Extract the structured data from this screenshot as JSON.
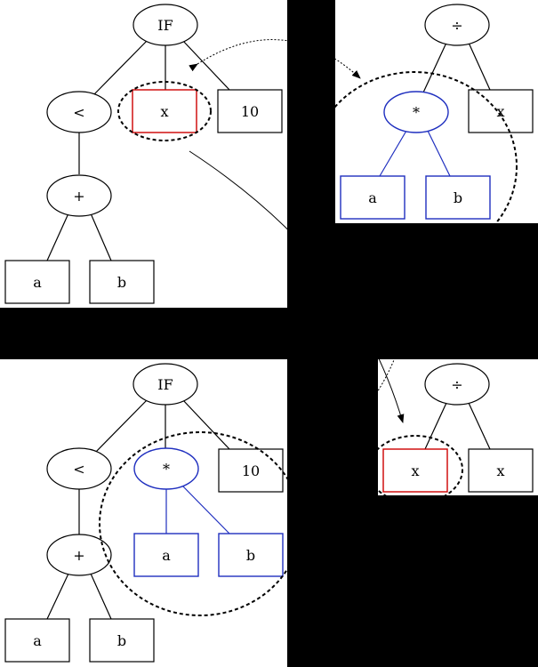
{
  "colors": {
    "background": "#000000",
    "panel": "#ffffff",
    "stroke": "#000000",
    "highlight_red": "#cc0000",
    "subtree_blue": "#1f2fbf"
  },
  "panels": {
    "parent1": {
      "root": "IF",
      "less": "<",
      "swap_node": "x",
      "const": "10",
      "plus": "+",
      "leaf_a": "a",
      "leaf_b": "b"
    },
    "parent2": {
      "root": "÷",
      "mult": "*",
      "leaf_x": "x",
      "leaf_a": "a",
      "leaf_b": "b"
    },
    "child1": {
      "root": "IF",
      "less": "<",
      "mult": "*",
      "const": "10",
      "plus": "+",
      "sub_a": "a",
      "sub_b": "b",
      "leaf_a": "a",
      "leaf_b": "b"
    },
    "child2": {
      "root": "÷",
      "swap_node": "x",
      "leaf_x": "x"
    }
  }
}
